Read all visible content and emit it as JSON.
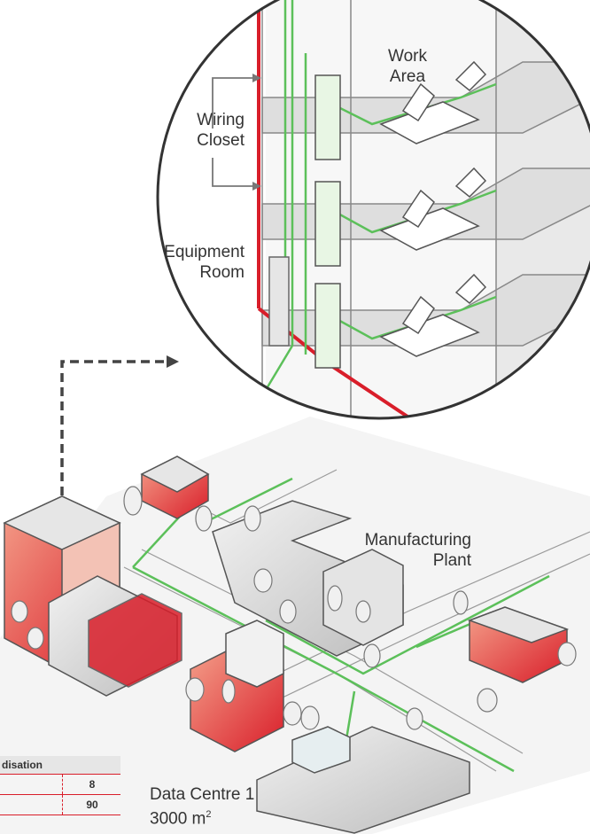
{
  "labels": {
    "work_area": [
      "Work",
      "Area"
    ],
    "wiring_closet": [
      "Wiring",
      "Closet"
    ],
    "equipment_room": [
      "Equipment",
      "Room"
    ],
    "manufacturing_plant": [
      "Manufacturing",
      "Plant"
    ],
    "data_centre_line1": "Data Centre 1",
    "data_centre_line2": "3000 m",
    "data_centre_sup": "2"
  },
  "table": {
    "header": "disation",
    "rows": [
      "8",
      "90"
    ]
  },
  "colors": {
    "accent_red": "#d91e2a",
    "cable_green": "#5cc05a",
    "building_gray": "#cfcfcf",
    "outline": "#555555"
  }
}
